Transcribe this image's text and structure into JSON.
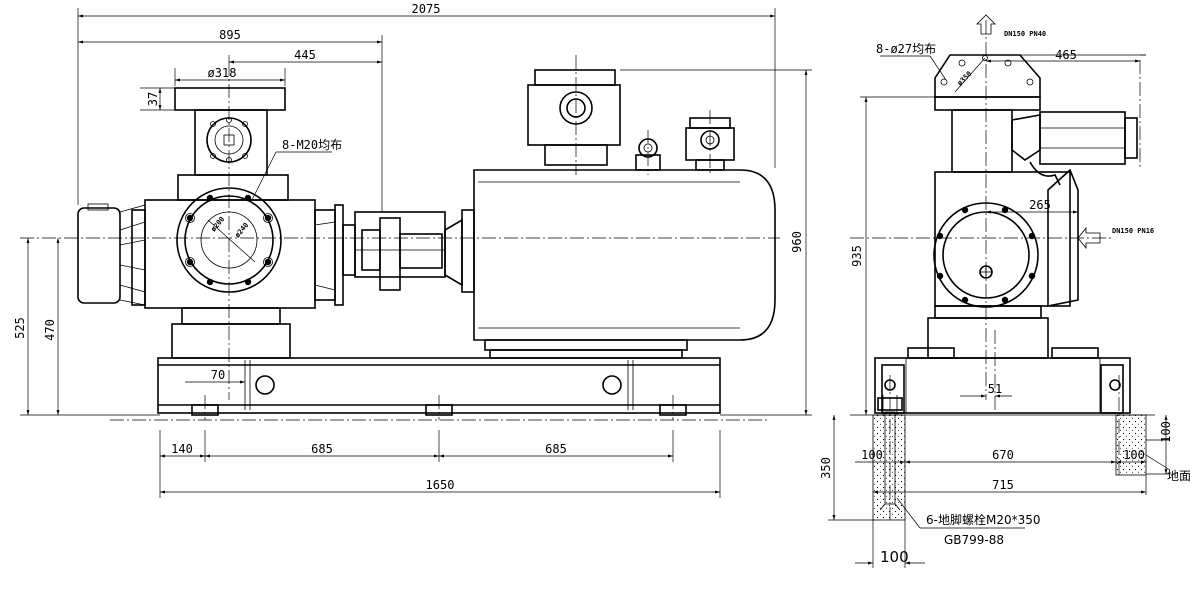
{
  "diagram": {
    "front_view": {
      "overall_length": "2075",
      "pump_length": "895",
      "flange_offset": "445",
      "flange_diameter": "ø318",
      "flange_thickness": "37",
      "bolt_note": "8-M20均布",
      "bore_small": "ø200",
      "bore_large": "ø240",
      "motor_height": "960",
      "shaft_height_total": "525",
      "shaft_height": "470",
      "base_offset": "70",
      "base_segments": [
        "140",
        "685",
        "685"
      ],
      "base_length": "1650"
    },
    "side_view": {
      "outlet_label": "DN150 PN40",
      "inlet_label": "DN150 PN16",
      "flange_holes": "8-ø27均布",
      "pcd": "ø350",
      "motor_offset": "465",
      "inlet_offset": "265",
      "total_height": "935",
      "shaft_offset": "51",
      "foundation_left": "100",
      "foundation_mid": "670",
      "foundation_right": "100",
      "foundation_width": "715",
      "foundation_depth": "350",
      "grout_height": "100",
      "ground_label": "地面",
      "anchor_bolt": "6-地脚螺栓M20*350",
      "standard": "GB799-88",
      "anchor_width": "100"
    }
  }
}
